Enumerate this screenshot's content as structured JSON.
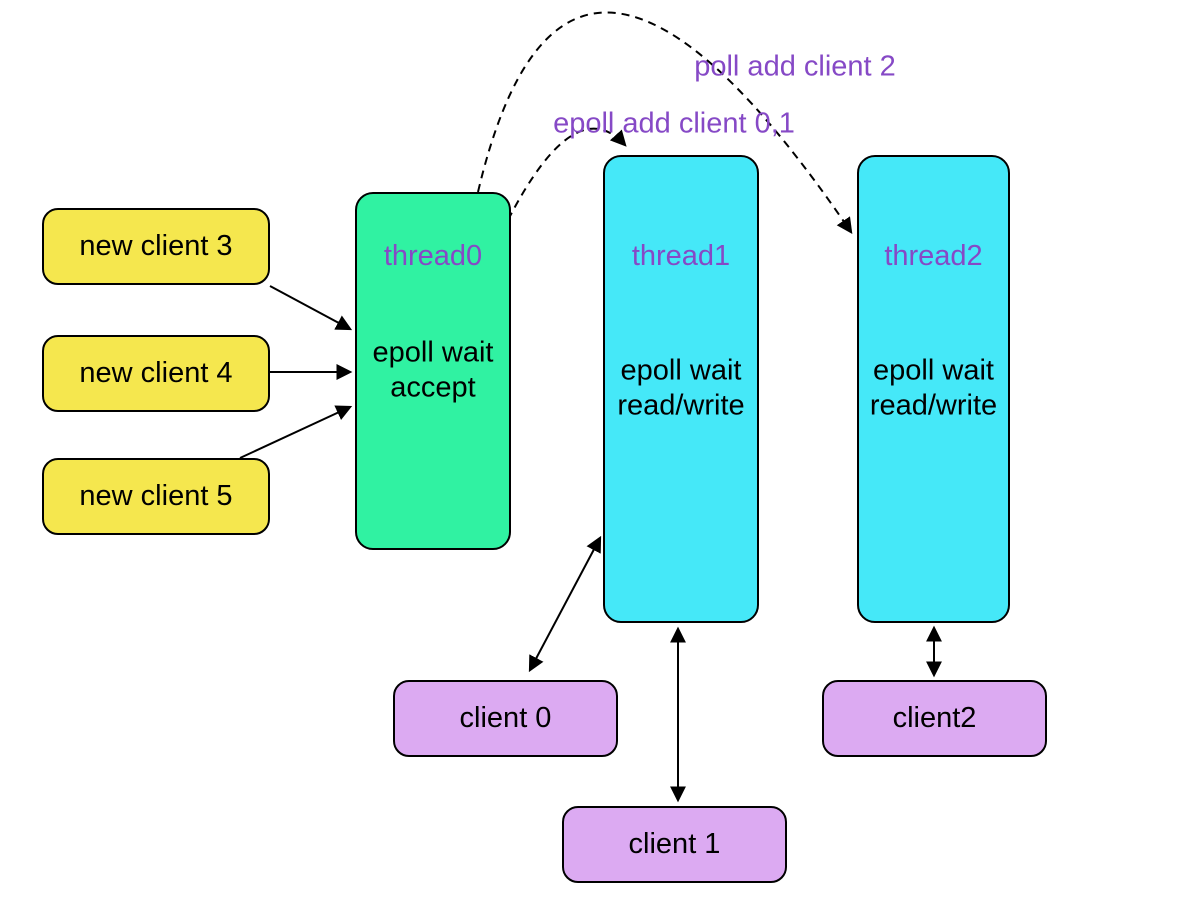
{
  "diagram": {
    "new_clients": [
      {
        "label": "new client 3"
      },
      {
        "label": "new client 4"
      },
      {
        "label": "new client 5"
      }
    ],
    "threads": [
      {
        "name": "thread0",
        "body": [
          "epoll wait",
          "accept"
        ]
      },
      {
        "name": "thread1",
        "body": [
          "epoll wait",
          "read/write"
        ]
      },
      {
        "name": "thread2",
        "body": [
          "epoll wait",
          "read/write"
        ]
      }
    ],
    "clients": [
      {
        "label": "client 0"
      },
      {
        "label": "client 1"
      },
      {
        "label": "client2"
      }
    ],
    "edge_labels": {
      "to_thread2": "poll add client 2",
      "to_thread1": "epoll add client 0,1"
    },
    "colors": {
      "new_client_box": "#f5e74e",
      "accept_thread_box": "#30f2a2",
      "io_thread_box": "#45e8f8",
      "client_box": "#dcaaf2",
      "thread_name_text": "#8649c6",
      "edge_label_text": "#8649c6",
      "arrow": "#000000",
      "background": "#ffffff"
    }
  }
}
